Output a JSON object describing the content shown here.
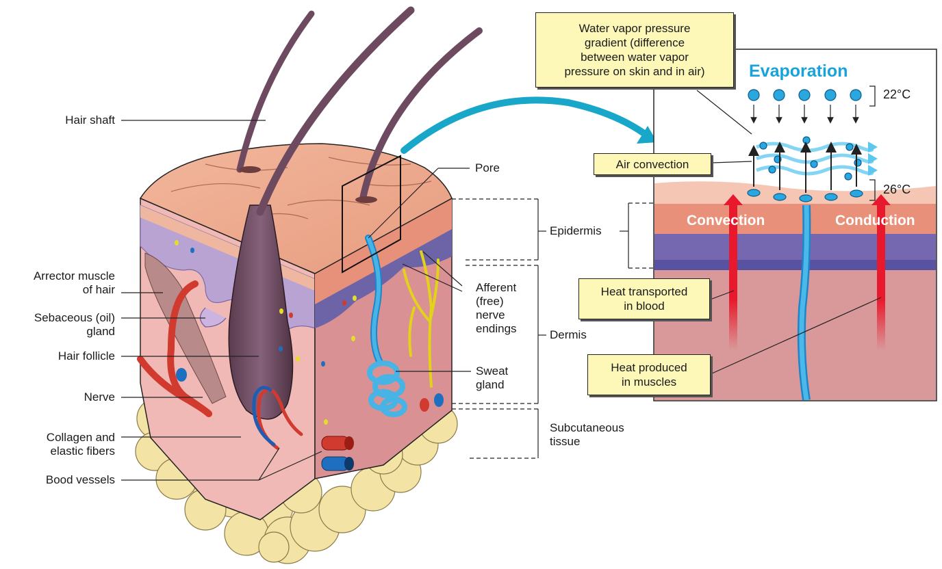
{
  "skin_labels_left": {
    "hair_shaft": "Hair shaft",
    "arrector_muscle": "Arrector muscle\nof hair",
    "sebaceous_gland": "Sebaceous (oil)\ngland",
    "hair_follicle": "Hair follicle",
    "nerve": "Nerve",
    "collagen": "Collagen and\nelastic fibers",
    "blood_vessels": "Bood vessels"
  },
  "skin_labels_right": {
    "pore": "Pore",
    "afferent_endings": "Afferent\n(free)\nnerve\nendings",
    "sweat_gland": "Sweat\ngland"
  },
  "layer_labels": {
    "epidermis": "Epidermis",
    "dermis": "Dermis",
    "subcutaneous": "Subcutaneous\ntissue"
  },
  "heat_panel": {
    "gradient_box": "Water vapor pressure\ngradient (difference\nbetween water vapor\npressure on skin and in air)",
    "evaporation": "Evaporation",
    "temp_air": "22°C",
    "temp_skin": "26°C",
    "air_convection": "Air convection",
    "convection": "Convection",
    "conduction": "Conduction",
    "heat_blood": "Heat transported\nin blood",
    "heat_muscles": "Heat produced\nin muscles"
  },
  "colors": {
    "water_blue": "#19a3dd",
    "heat_red": "#e8192c",
    "box_yellow": "#fdf7b8",
    "dermis_pink": "#d99193",
    "epidermis_purple": "#6d64a8"
  }
}
